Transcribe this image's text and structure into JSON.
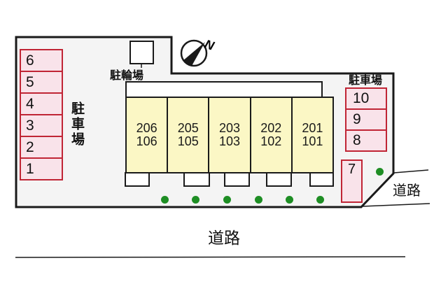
{
  "compass": {
    "north_label": "N"
  },
  "bike_parking": {
    "label": "駐輪場"
  },
  "parking_left": {
    "label": "駐車場",
    "stalls": [
      "6",
      "5",
      "4",
      "3",
      "2",
      "1"
    ]
  },
  "parking_right": {
    "label": "駐車場",
    "stalls": [
      "10",
      "9",
      "8"
    ],
    "lower_stall": "7"
  },
  "building": {
    "units": [
      [
        "206",
        "106"
      ],
      [
        "205",
        "105"
      ],
      [
        "203",
        "103"
      ],
      [
        "202",
        "102"
      ],
      [
        "201",
        "101"
      ]
    ]
  },
  "roads": {
    "bottom": "道路",
    "right": "道路"
  },
  "colors": {
    "site_fill": "#f4f4f4",
    "stall_fill": "#f9e3ea",
    "stall_border": "#c02535",
    "unit_fill": "#fbf7c5",
    "tree_green": "#1e8e24",
    "outline": "#1a1a1a"
  }
}
